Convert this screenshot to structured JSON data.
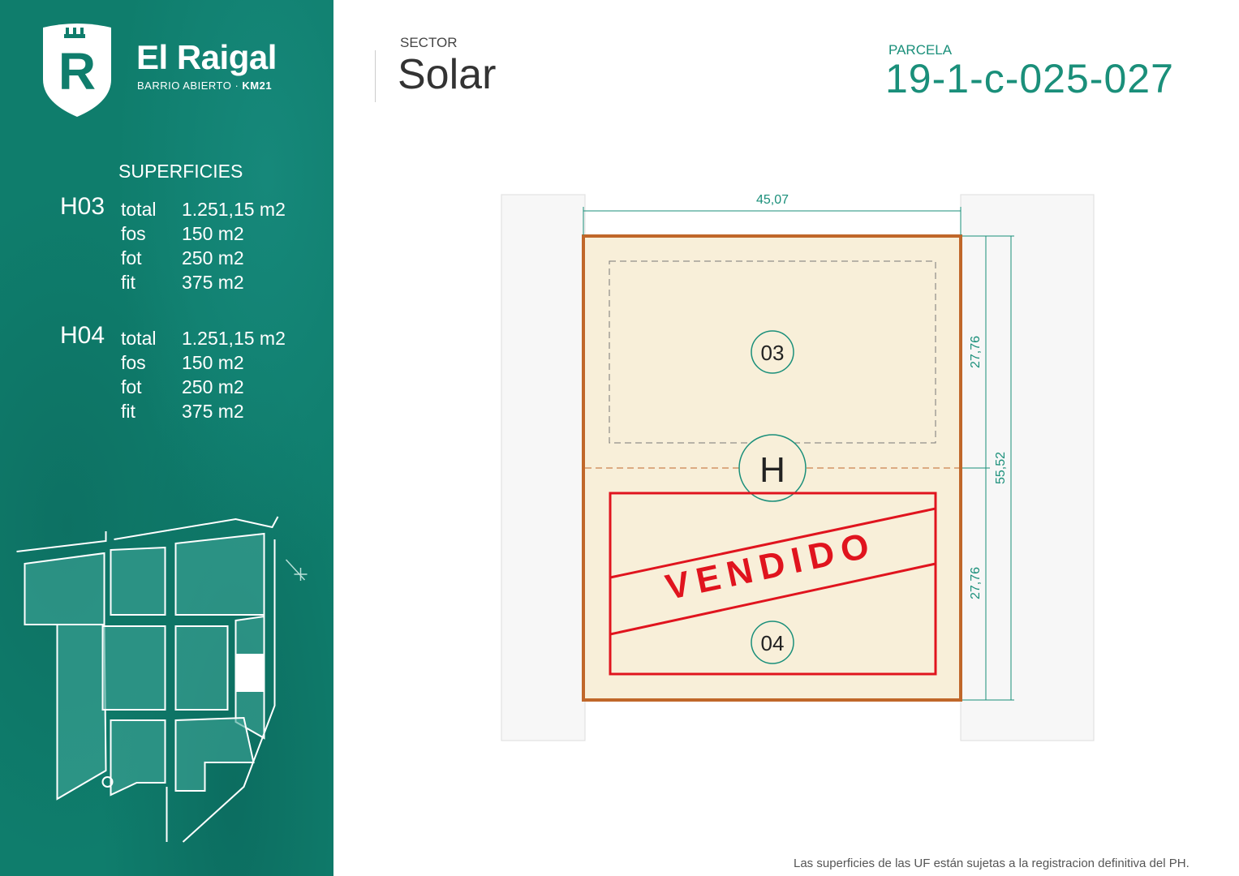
{
  "brand": {
    "name": "El Raigal",
    "tagline": "BARRIO ABIERTO",
    "tagline_km": "KM21",
    "logo_letter": "R"
  },
  "superficies": {
    "title": "SUPERFICIES",
    "lots": [
      {
        "id": "H03",
        "rows": [
          {
            "k": "total",
            "v": "1.251,15 m2"
          },
          {
            "k": "fos",
            "v": "150 m2"
          },
          {
            "k": "fot",
            "v": "250 m2"
          },
          {
            "k": "fit",
            "v": "375  m2"
          }
        ]
      },
      {
        "id": "H04",
        "rows": [
          {
            "k": "total",
            "v": "1.251,15 m2"
          },
          {
            "k": "fos",
            "v": "150 m2"
          },
          {
            "k": "fot",
            "v": "250 m2"
          },
          {
            "k": "fit",
            "v": "375  m2"
          }
        ]
      }
    ]
  },
  "header": {
    "sector_label": "SECTOR",
    "sector": "Solar",
    "parcela_label": "PARCELA",
    "parcela": "19-1-c-025-027"
  },
  "plan": {
    "width_dim": "45,07",
    "half_dim_top": "27,76",
    "half_dim_bottom": "27,76",
    "depth_dim": "55,52",
    "unit_top": "03",
    "unit_bottom": "04",
    "lot_letter": "H",
    "status": "VENDIDO"
  },
  "footer": {
    "note": "Las superficies de las UF están sujetas a la registracion definitiva del PH."
  },
  "colors": {
    "brand": "#0f7d6c",
    "accent": "#1a8f7a",
    "lot_fill": "#f8efd9",
    "lot_border": "#c0672a",
    "sold": "#e0141e"
  }
}
